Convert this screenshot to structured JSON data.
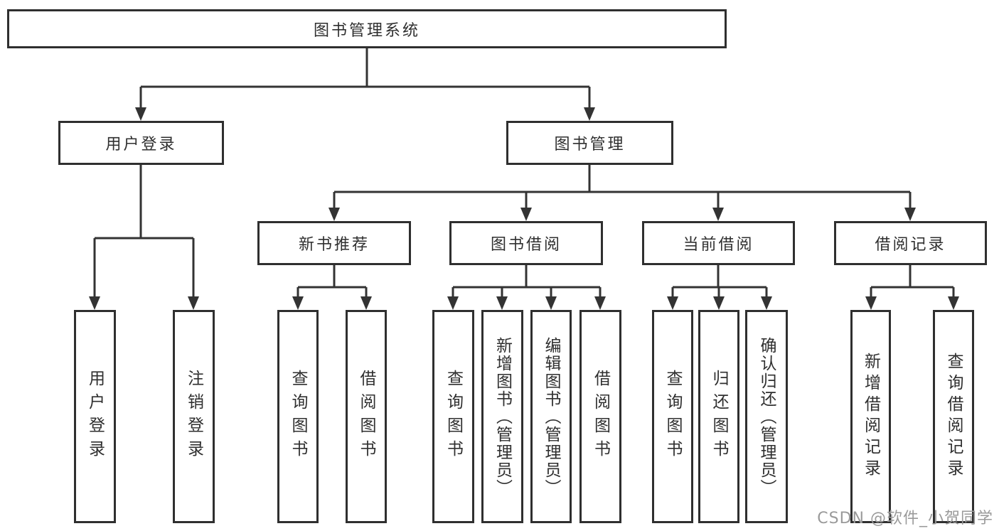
{
  "diagram": {
    "title": "图书管理系统",
    "watermark": "CSDN @软件_小贺同学",
    "colors": {
      "line": "#333333",
      "box_border": "#2f2f2f",
      "text": "#2f2f2f",
      "watermark": "#9a9a9a",
      "background": "#ffffff"
    },
    "nodes": {
      "root": {
        "label": "图书管理系统"
      },
      "user_login": {
        "label": "用户登录"
      },
      "book_mgmt": {
        "label": "图书管理"
      },
      "new_book_rec": {
        "label": "新书推荐"
      },
      "book_borrow": {
        "label": "图书借阅"
      },
      "current_borrow": {
        "label": "当前借阅"
      },
      "borrow_records": {
        "label": "借阅记录"
      },
      "leaf_user_login": {
        "label": "用户登录"
      },
      "leaf_logout": {
        "label": "注销登录"
      },
      "leaf_query_book_rec": {
        "label": "查询图书"
      },
      "leaf_borrow_book_rec": {
        "label": "借阅图书"
      },
      "leaf_query_book_borrow": {
        "label": "查询图书"
      },
      "leaf_add_book": {
        "label": "新增图书（管理员）"
      },
      "leaf_edit_book": {
        "label": "编辑图书（管理员）"
      },
      "leaf_borrow_book": {
        "label": "借阅图书"
      },
      "leaf_query_book_current": {
        "label": "查询图书"
      },
      "leaf_return_book": {
        "label": "归还图书"
      },
      "leaf_confirm_return": {
        "label": "确认归还（管理员）"
      },
      "leaf_add_borrow_record": {
        "label": "新增借阅记录"
      },
      "leaf_query_borrow_record": {
        "label": "查询借阅记录"
      }
    },
    "structure": [
      {
        "parent": "图书管理系统",
        "children": [
          "用户登录",
          "图书管理"
        ]
      },
      {
        "parent": "用户登录",
        "children": [
          "用户登录",
          "注销登录"
        ]
      },
      {
        "parent": "图书管理",
        "children": [
          "新书推荐",
          "图书借阅",
          "当前借阅",
          "借阅记录"
        ]
      },
      {
        "parent": "新书推荐",
        "children": [
          "查询图书",
          "借阅图书"
        ]
      },
      {
        "parent": "图书借阅",
        "children": [
          "查询图书",
          "新增图书（管理员）",
          "编辑图书（管理员）",
          "借阅图书"
        ]
      },
      {
        "parent": "当前借阅",
        "children": [
          "查询图书",
          "归还图书",
          "确认归还（管理员）"
        ]
      },
      {
        "parent": "借阅记录",
        "children": [
          "新增借阅记录",
          "查询借阅记录"
        ]
      }
    ]
  }
}
